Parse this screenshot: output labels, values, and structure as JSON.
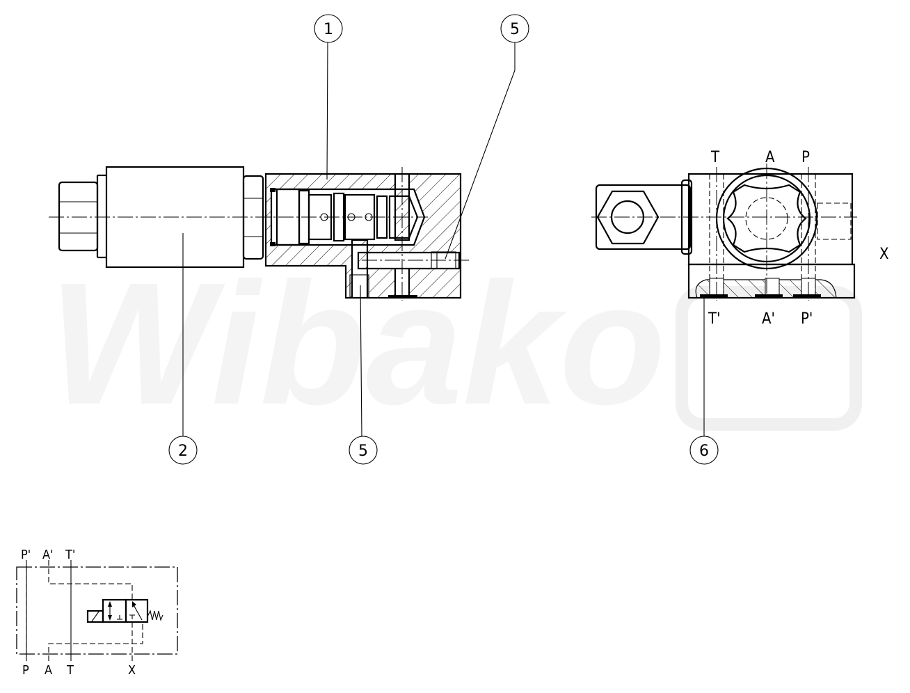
{
  "watermark": {
    "text": "Wibako"
  },
  "balloons": {
    "b1": "1",
    "b5_top": "5",
    "b2": "2",
    "b5_bottom": "5",
    "b6": "6"
  },
  "side_view_ports": {
    "top": [
      "T",
      "A",
      "P"
    ],
    "bottom": [
      "T'",
      "A'",
      "P'"
    ],
    "pilot": "X"
  },
  "schematic": {
    "top_ports": [
      "P'",
      "A'",
      "T'"
    ],
    "bottom_ports": [
      "P",
      "A",
      "T",
      "X"
    ]
  },
  "colors": {
    "line": "#000000",
    "watermark": "#f4f4f4",
    "background": "#ffffff"
  }
}
